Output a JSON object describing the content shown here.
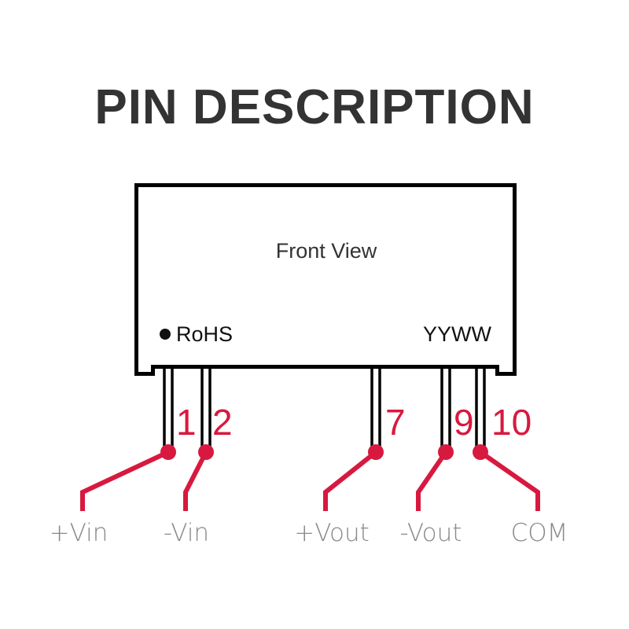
{
  "title": "PIN DESCRIPTION",
  "package": {
    "view_label": "Front View",
    "rohs_marker": "●",
    "rohs_label": "RoHS",
    "date_code": "YYWW"
  },
  "colors": {
    "accent": "#d8193f",
    "outline": "#000000",
    "title": "#333333",
    "label": "#8a8a8a"
  },
  "pins": [
    {
      "number": "1",
      "function": "+Vin"
    },
    {
      "number": "2",
      "function": "-Vin"
    },
    {
      "number": "7",
      "function": "+Vout"
    },
    {
      "number": "9",
      "function": "-Vout"
    },
    {
      "number": "10",
      "function": "COM"
    }
  ]
}
